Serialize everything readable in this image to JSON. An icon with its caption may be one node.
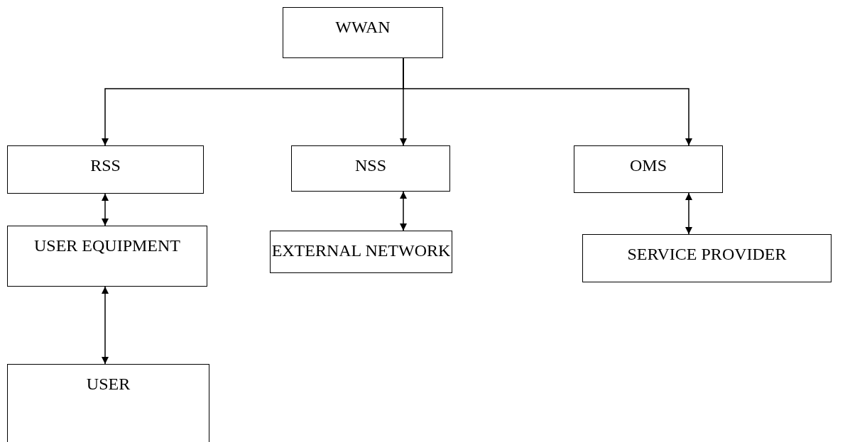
{
  "diagram": {
    "nodes": [
      {
        "text": [
          "WWAN"
        ]
      },
      {
        "text": [
          "RSS"
        ]
      },
      {
        "text": [
          "NSS"
        ]
      },
      {
        "text": [
          "OMS"
        ]
      },
      {
        "text": [
          "USER EQUIPMENT"
        ]
      },
      {
        "text": [
          "EXTERNAL NETWORK"
        ]
      },
      {
        "text": [
          "SERVICE PROVIDER"
        ]
      },
      {
        "text": [
          "USER"
        ]
      }
    ],
    "edges": [
      {
        "from": 0,
        "to": 1,
        "arrow": "to"
      },
      {
        "from": 0,
        "to": 2,
        "arrow": "to"
      },
      {
        "from": 0,
        "to": 3,
        "arrow": "to"
      },
      {
        "from": 1,
        "to": 4,
        "arrow": "both"
      },
      {
        "from": 2,
        "to": 5,
        "arrow": "both"
      },
      {
        "from": 3,
        "to": 6,
        "arrow": "both"
      },
      {
        "from": 4,
        "to": 7,
        "arrow": "both"
      }
    ]
  }
}
